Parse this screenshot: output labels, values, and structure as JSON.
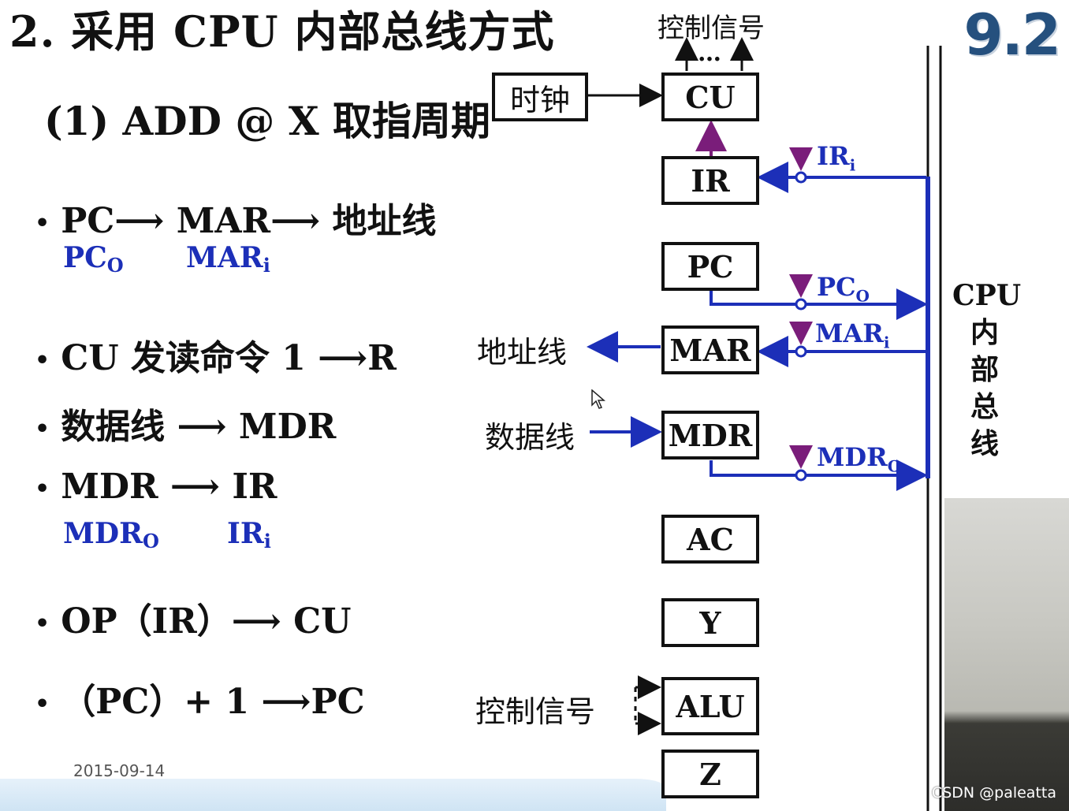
{
  "title": "2. 采用 CPU 内部总线方式",
  "subtitle": "(1) ADD @ X 取指周期",
  "badge": "9.2",
  "steps": [
    {
      "text": "PC⟶ MAR⟶ 地址线",
      "signals": [
        "PC",
        "O",
        "MAR",
        "i"
      ]
    },
    {
      "text": "CU 发读命令 1 ⟶R"
    },
    {
      "text": "数据线 ⟶ MDR"
    },
    {
      "text": "MDR ⟶ IR",
      "signals": [
        "MDR",
        "O",
        "IR",
        "i"
      ]
    },
    {
      "text": "OP（IR）⟶ CU"
    },
    {
      "text": "（PC）+ 1 ⟶PC"
    }
  ],
  "bullet": "•",
  "diagram": {
    "control_top": "控制信号",
    "dots": "…",
    "clock": "时钟",
    "registers": [
      "CU",
      "IR",
      "PC",
      "MAR",
      "MDR",
      "AC",
      "Y",
      "ALU",
      "Z"
    ],
    "address_line": "地址线",
    "data_line": "数据线",
    "control_bottom": "控制信号",
    "bus_signals": [
      {
        "base": "IR",
        "sub": "i"
      },
      {
        "base": "PC",
        "sub": "O"
      },
      {
        "base": "MAR",
        "sub": "i"
      },
      {
        "base": "MDR",
        "sub": "O"
      }
    ],
    "bus_label": [
      "CPU",
      "内",
      "部",
      "总",
      "线"
    ]
  },
  "date": "2015-09-14",
  "watermark": "CSDN @paleatta",
  "colors": {
    "bus": "#1c2fb8",
    "control": "#7a1d7a",
    "badge": "#25507e"
  }
}
